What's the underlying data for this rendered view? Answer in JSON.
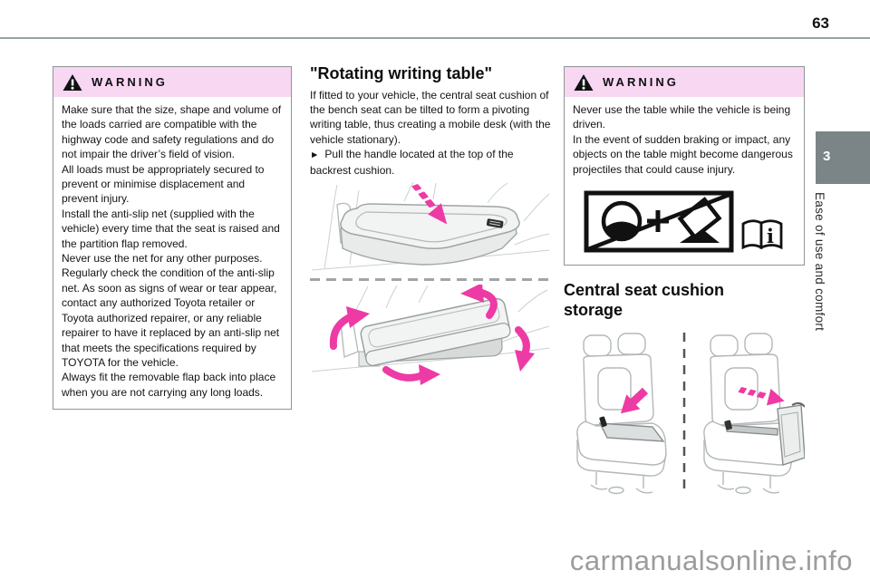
{
  "page": {
    "number": "63",
    "watermark": "carmanualsonline.info"
  },
  "sidebar": {
    "chapter_number": "3",
    "chapter_label": "Ease of use and comfort"
  },
  "left_warning": {
    "title": "WARNING",
    "paragraphs": [
      "Make sure that the size, shape and volume of the loads carried are compatible with the highway code and safety regulations and do not impair the driver’s field of vision.",
      "All loads must be appropriately secured to prevent or minimise displacement and prevent injury.",
      "Install the anti-slip net (supplied with the vehicle) every time that the seat is raised and the partition flap removed.",
      "Never use the net for any other purposes.",
      "Regularly check the condition of the anti-slip net. As soon as signs of wear or tear appear, contact any authorized Toyota retailer or Toyota authorized repairer, or any reliable repairer to have it replaced by an anti-slip net that meets the specifications required by TOYOTA for the vehicle.",
      "Always fit the removable flap back into place when you are not carrying any long loads."
    ]
  },
  "middle": {
    "heading": "\"Rotating writing table\"",
    "intro": "If fitted to your vehicle, the central seat cushion of the bench seat can be tilted to form a pivoting writing table, thus creating a mobile desk (with the vehicle stationary).",
    "bullet_marker": "►",
    "bullet_text": "Pull the handle located at the top of the backrest cushion."
  },
  "right_warning": {
    "title": "WARNING",
    "paragraphs": [
      "Never use the table while the vehicle is being driven.",
      "In the event of sudden braking or impact, any objects on the table might become dangerous projectiles that could cause injury."
    ]
  },
  "right": {
    "heading": "Central seat cushion storage"
  },
  "icons": {
    "warning_triangle": "black triangle with white exclamation mark",
    "bullet_arrow": "►",
    "book_info_glyph": "i"
  },
  "colors": {
    "warning_header_bg": "#f8d7f3",
    "accent_magenta": "#ee3aa5",
    "chapter_tab_bg": "#7b8487",
    "rule_gray": "#9aa3a3",
    "watermark_gray": "#9c9c9c"
  }
}
